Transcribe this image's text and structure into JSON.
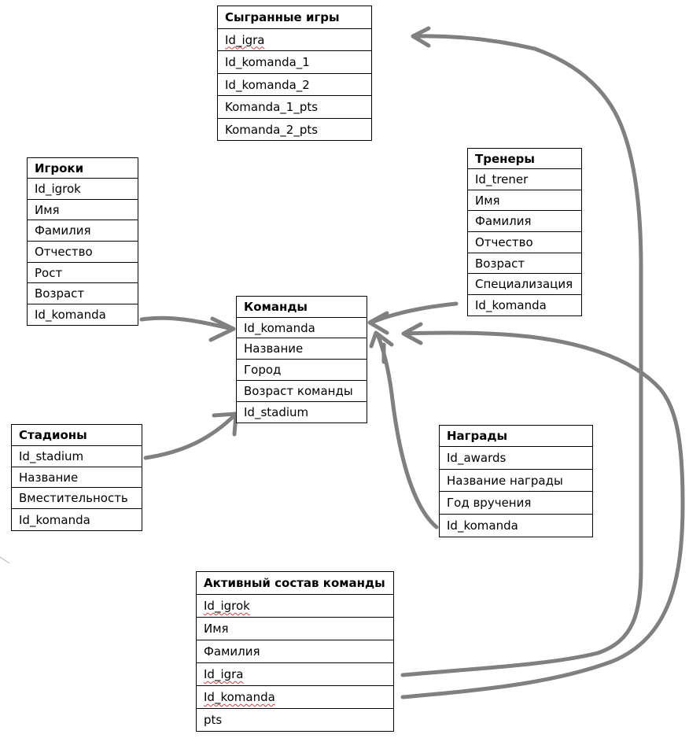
{
  "tables": {
    "games": {
      "title": "Сыгранные игры",
      "fields": [
        "Id_igra",
        "Id_komanda_1",
        "Id_komanda_2",
        "Komanda_1_pts",
        "Komanda_2_pts"
      ]
    },
    "players": {
      "title": "Игроки",
      "fields": [
        "Id_igrok",
        "Имя",
        "Фамилия",
        "Отчество",
        "Рост",
        "Возраст",
        "Id_komanda"
      ]
    },
    "coaches": {
      "title": "Тренеры",
      "fields": [
        "Id_trener",
        "Имя",
        "Фамилия",
        "Отчество",
        "Возраст",
        "Специализация",
        "Id_komanda"
      ]
    },
    "teams": {
      "title": "Команды",
      "fields": [
        "Id_komanda",
        "Название",
        "Город",
        "Возраст команды",
        "Id_stadium"
      ]
    },
    "stadiums": {
      "title": "Стадионы",
      "fields": [
        "Id_stadium",
        "Название",
        "Вместительность",
        "Id_komanda"
      ]
    },
    "awards": {
      "title": "Награды",
      "fields": [
        "Id_awards",
        "Название награды",
        "Год вручения",
        "Id_komanda"
      ]
    },
    "roster": {
      "title": "Активный состав команды",
      "fields": [
        "Id_igrok",
        "Имя",
        "Фамилия",
        "Id_igra",
        "Id_komanda",
        "pts"
      ]
    }
  },
  "colors": {
    "arrow": "#808080",
    "border": "#000000",
    "spellcheck": "#d04040"
  }
}
